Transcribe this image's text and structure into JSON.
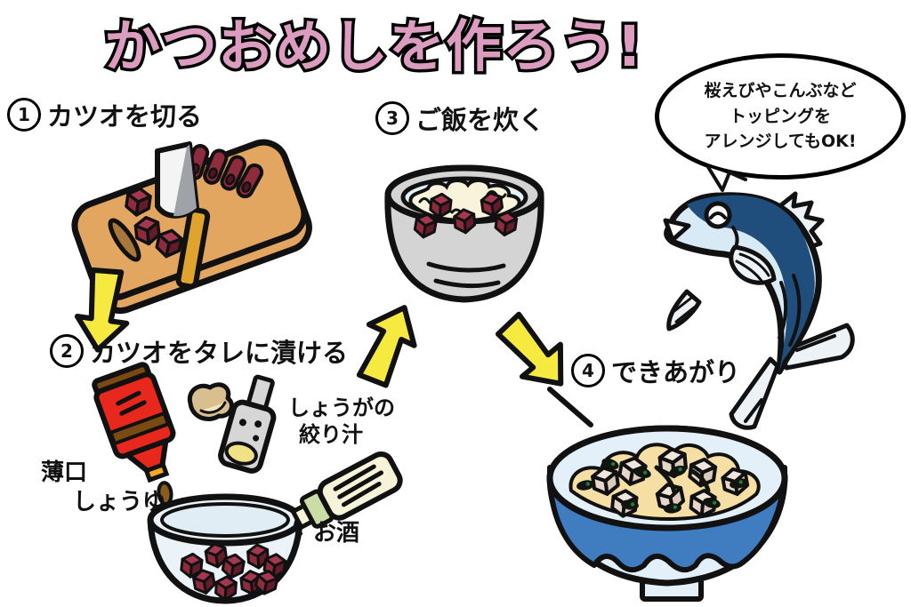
{
  "title": "かつおめしを作ろう!",
  "steps": [
    {
      "number": "1",
      "label": "カツオを切る"
    },
    {
      "number": "2",
      "label": "カツオをタレに漬ける"
    },
    {
      "number": "3",
      "label": "ご飯を炊く"
    },
    {
      "number": "4",
      "label": "できあがり"
    }
  ],
  "speech_bubble": {
    "lines": [
      "桜えびやこんぶなど",
      "トッピングを",
      "アレンジしてもOK!"
    ]
  },
  "labels": {
    "soy_sauce_line1": "薄口",
    "soy_sauce_line2": "しょうゆ",
    "ginger_line1": "しょうがの",
    "ginger_line2": "絞り汁",
    "sake": "お酒"
  },
  "illustrations": [
    "cutting-board-with-knife",
    "raw-bonito-cubes",
    "bonito-slices",
    "yellow-down-arrow",
    "soy-sauce-bottle",
    "ginger-root",
    "ginger-grater",
    "marinade-bowl",
    "sake-tube",
    "rice-pot",
    "yellow-up-arrow",
    "yellow-down-right-arrow",
    "bonito-fish",
    "speech-bubble",
    "finished-bowl"
  ],
  "colors": {
    "title_pink": "#DC9CBF",
    "arrow_yellow": "#F6E93F",
    "board_tan": "#E2A661",
    "board_hole": "#A9763B",
    "raw_fish_red": "#8E2B3D",
    "pot_gray": "#D4D4D4",
    "rice_cream": "#FAF3DB",
    "water_blue": "#E4F1FA",
    "fish_navy": "#1F4E7D",
    "fish_light_blue": "#D9EAF7",
    "fish_fin": "#EDF2F7",
    "bowl_blue": "#3F7CC0",
    "bowl_light": "#E3F0FA",
    "cooked_rice": "#F6DFA4",
    "seaweed_green": "#1F7A3F",
    "soy_red": "#E8281C",
    "cap_brown": "#7B4A12",
    "drop_brown": "#8A5A1E",
    "knife_handle": "#DFA32E",
    "sake_cream": "#F6F3D8",
    "sake_green": "#CBDCA4",
    "ginger_beige": "#D9BE8F",
    "grated_yellow": "#F0E186",
    "grater_gray": "#D6D6D6",
    "glass_blue": "#EBF3F9"
  }
}
